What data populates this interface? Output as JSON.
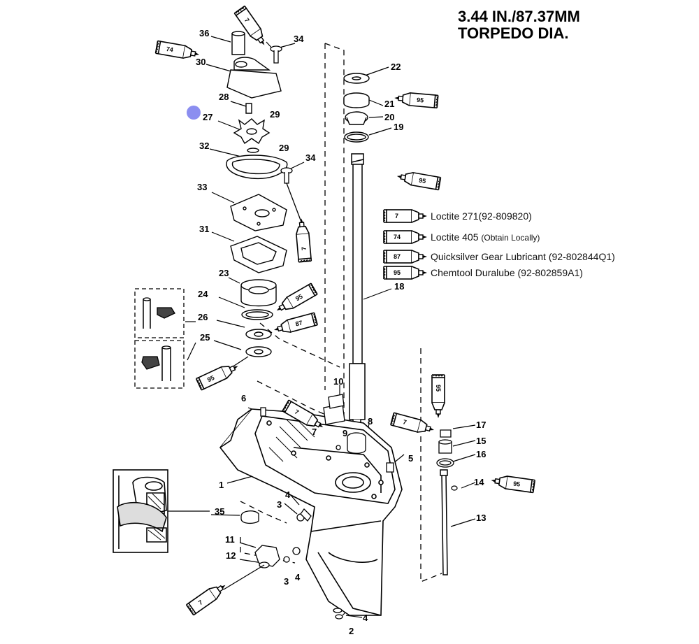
{
  "title": {
    "line1": "3.44 IN./87.37MM",
    "line2": "TORPEDO DIA."
  },
  "legend": [
    {
      "code": "7",
      "name": "Loctite 271",
      "detail": "(92-809820)",
      "note": ""
    },
    {
      "code": "74",
      "name": "Loctite 405",
      "detail": "",
      "note": "(Obtain Locally)"
    },
    {
      "code": "87",
      "name": "Quicksilver Gear Lubricant",
      "detail": "(92-802844Q1)",
      "note": ""
    },
    {
      "code": "95",
      "name": "Chemtool Duralube",
      "detail": "(92-802859A1)",
      "note": ""
    }
  ],
  "callouts": [
    {
      "id": "c1",
      "label": "1"
    },
    {
      "id": "c2",
      "label": "2"
    },
    {
      "id": "c3a",
      "label": "3"
    },
    {
      "id": "c3b",
      "label": "3"
    },
    {
      "id": "c4a",
      "label": "4"
    },
    {
      "id": "c4b",
      "label": "4"
    },
    {
      "id": "c4c",
      "label": "4"
    },
    {
      "id": "c5",
      "label": "5"
    },
    {
      "id": "c6",
      "label": "6"
    },
    {
      "id": "c7",
      "label": "7"
    },
    {
      "id": "c8",
      "label": "8"
    },
    {
      "id": "c9",
      "label": "9"
    },
    {
      "id": "c10",
      "label": "10"
    },
    {
      "id": "c11",
      "label": "11"
    },
    {
      "id": "c12",
      "label": "12"
    },
    {
      "id": "c13",
      "label": "13"
    },
    {
      "id": "c14",
      "label": "14"
    },
    {
      "id": "c15",
      "label": "15"
    },
    {
      "id": "c16",
      "label": "16"
    },
    {
      "id": "c17",
      "label": "17"
    },
    {
      "id": "c18",
      "label": "18"
    },
    {
      "id": "c19",
      "label": "19"
    },
    {
      "id": "c20",
      "label": "20"
    },
    {
      "id": "c21",
      "label": "21"
    },
    {
      "id": "c22",
      "label": "22"
    },
    {
      "id": "c23",
      "label": "23"
    },
    {
      "id": "c24",
      "label": "24"
    },
    {
      "id": "c25",
      "label": "25"
    },
    {
      "id": "c26",
      "label": "26"
    },
    {
      "id": "c27",
      "label": "27"
    },
    {
      "id": "c28",
      "label": "28"
    },
    {
      "id": "c29a",
      "label": "29"
    },
    {
      "id": "c29b",
      "label": "29"
    },
    {
      "id": "c30",
      "label": "30"
    },
    {
      "id": "c31",
      "label": "31"
    },
    {
      "id": "c32",
      "label": "32"
    },
    {
      "id": "c33",
      "label": "33"
    },
    {
      "id": "c34a",
      "label": "34"
    },
    {
      "id": "c34b",
      "label": "34"
    },
    {
      "id": "c35",
      "label": "35"
    },
    {
      "id": "c36",
      "label": "36"
    }
  ],
  "tubes": [
    {
      "id": "t1",
      "code": "7"
    },
    {
      "id": "t2",
      "code": "74"
    },
    {
      "id": "t3",
      "code": "95"
    },
    {
      "id": "t4",
      "code": "95"
    },
    {
      "id": "t5",
      "code": "7"
    },
    {
      "id": "t6",
      "code": "95"
    },
    {
      "id": "t7",
      "code": "87"
    },
    {
      "id": "t8",
      "code": "95"
    },
    {
      "id": "t9",
      "code": "7"
    },
    {
      "id": "t10",
      "code": "95"
    },
    {
      "id": "t11",
      "code": "7"
    },
    {
      "id": "t12",
      "code": "95"
    },
    {
      "id": "t13",
      "code": "7"
    }
  ],
  "marker_color": "#8b8ef0"
}
